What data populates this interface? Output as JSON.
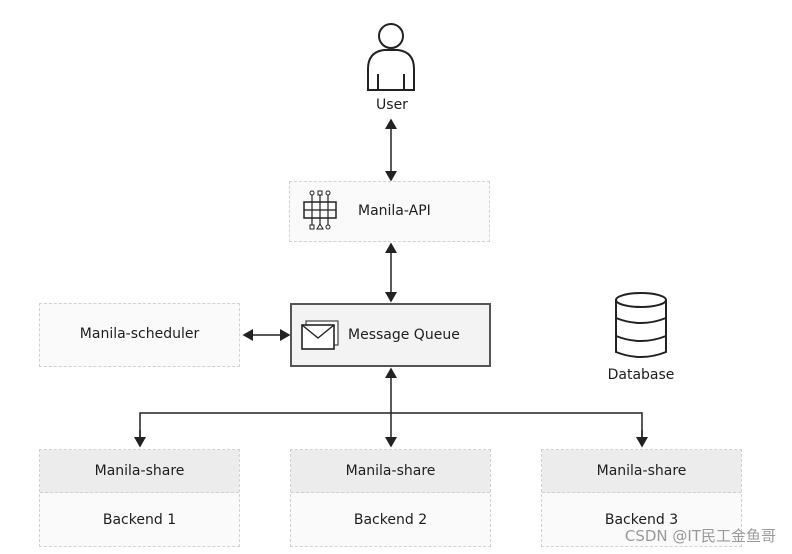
{
  "nodes": {
    "user": {
      "label": "User"
    },
    "api": {
      "label": "Manila-API"
    },
    "queue": {
      "label": "Message Queue"
    },
    "scheduler": {
      "label": "Manila-scheduler"
    },
    "database": {
      "label": "Database"
    },
    "shares": [
      {
        "title": "Manila-share",
        "backend": "Backend 1"
      },
      {
        "title": "Manila-share",
        "backend": "Backend 2"
      },
      {
        "title": "Manila-share",
        "backend": "Backend 3"
      }
    ]
  },
  "watermark": "CSDN @IT民工金鱼哥"
}
